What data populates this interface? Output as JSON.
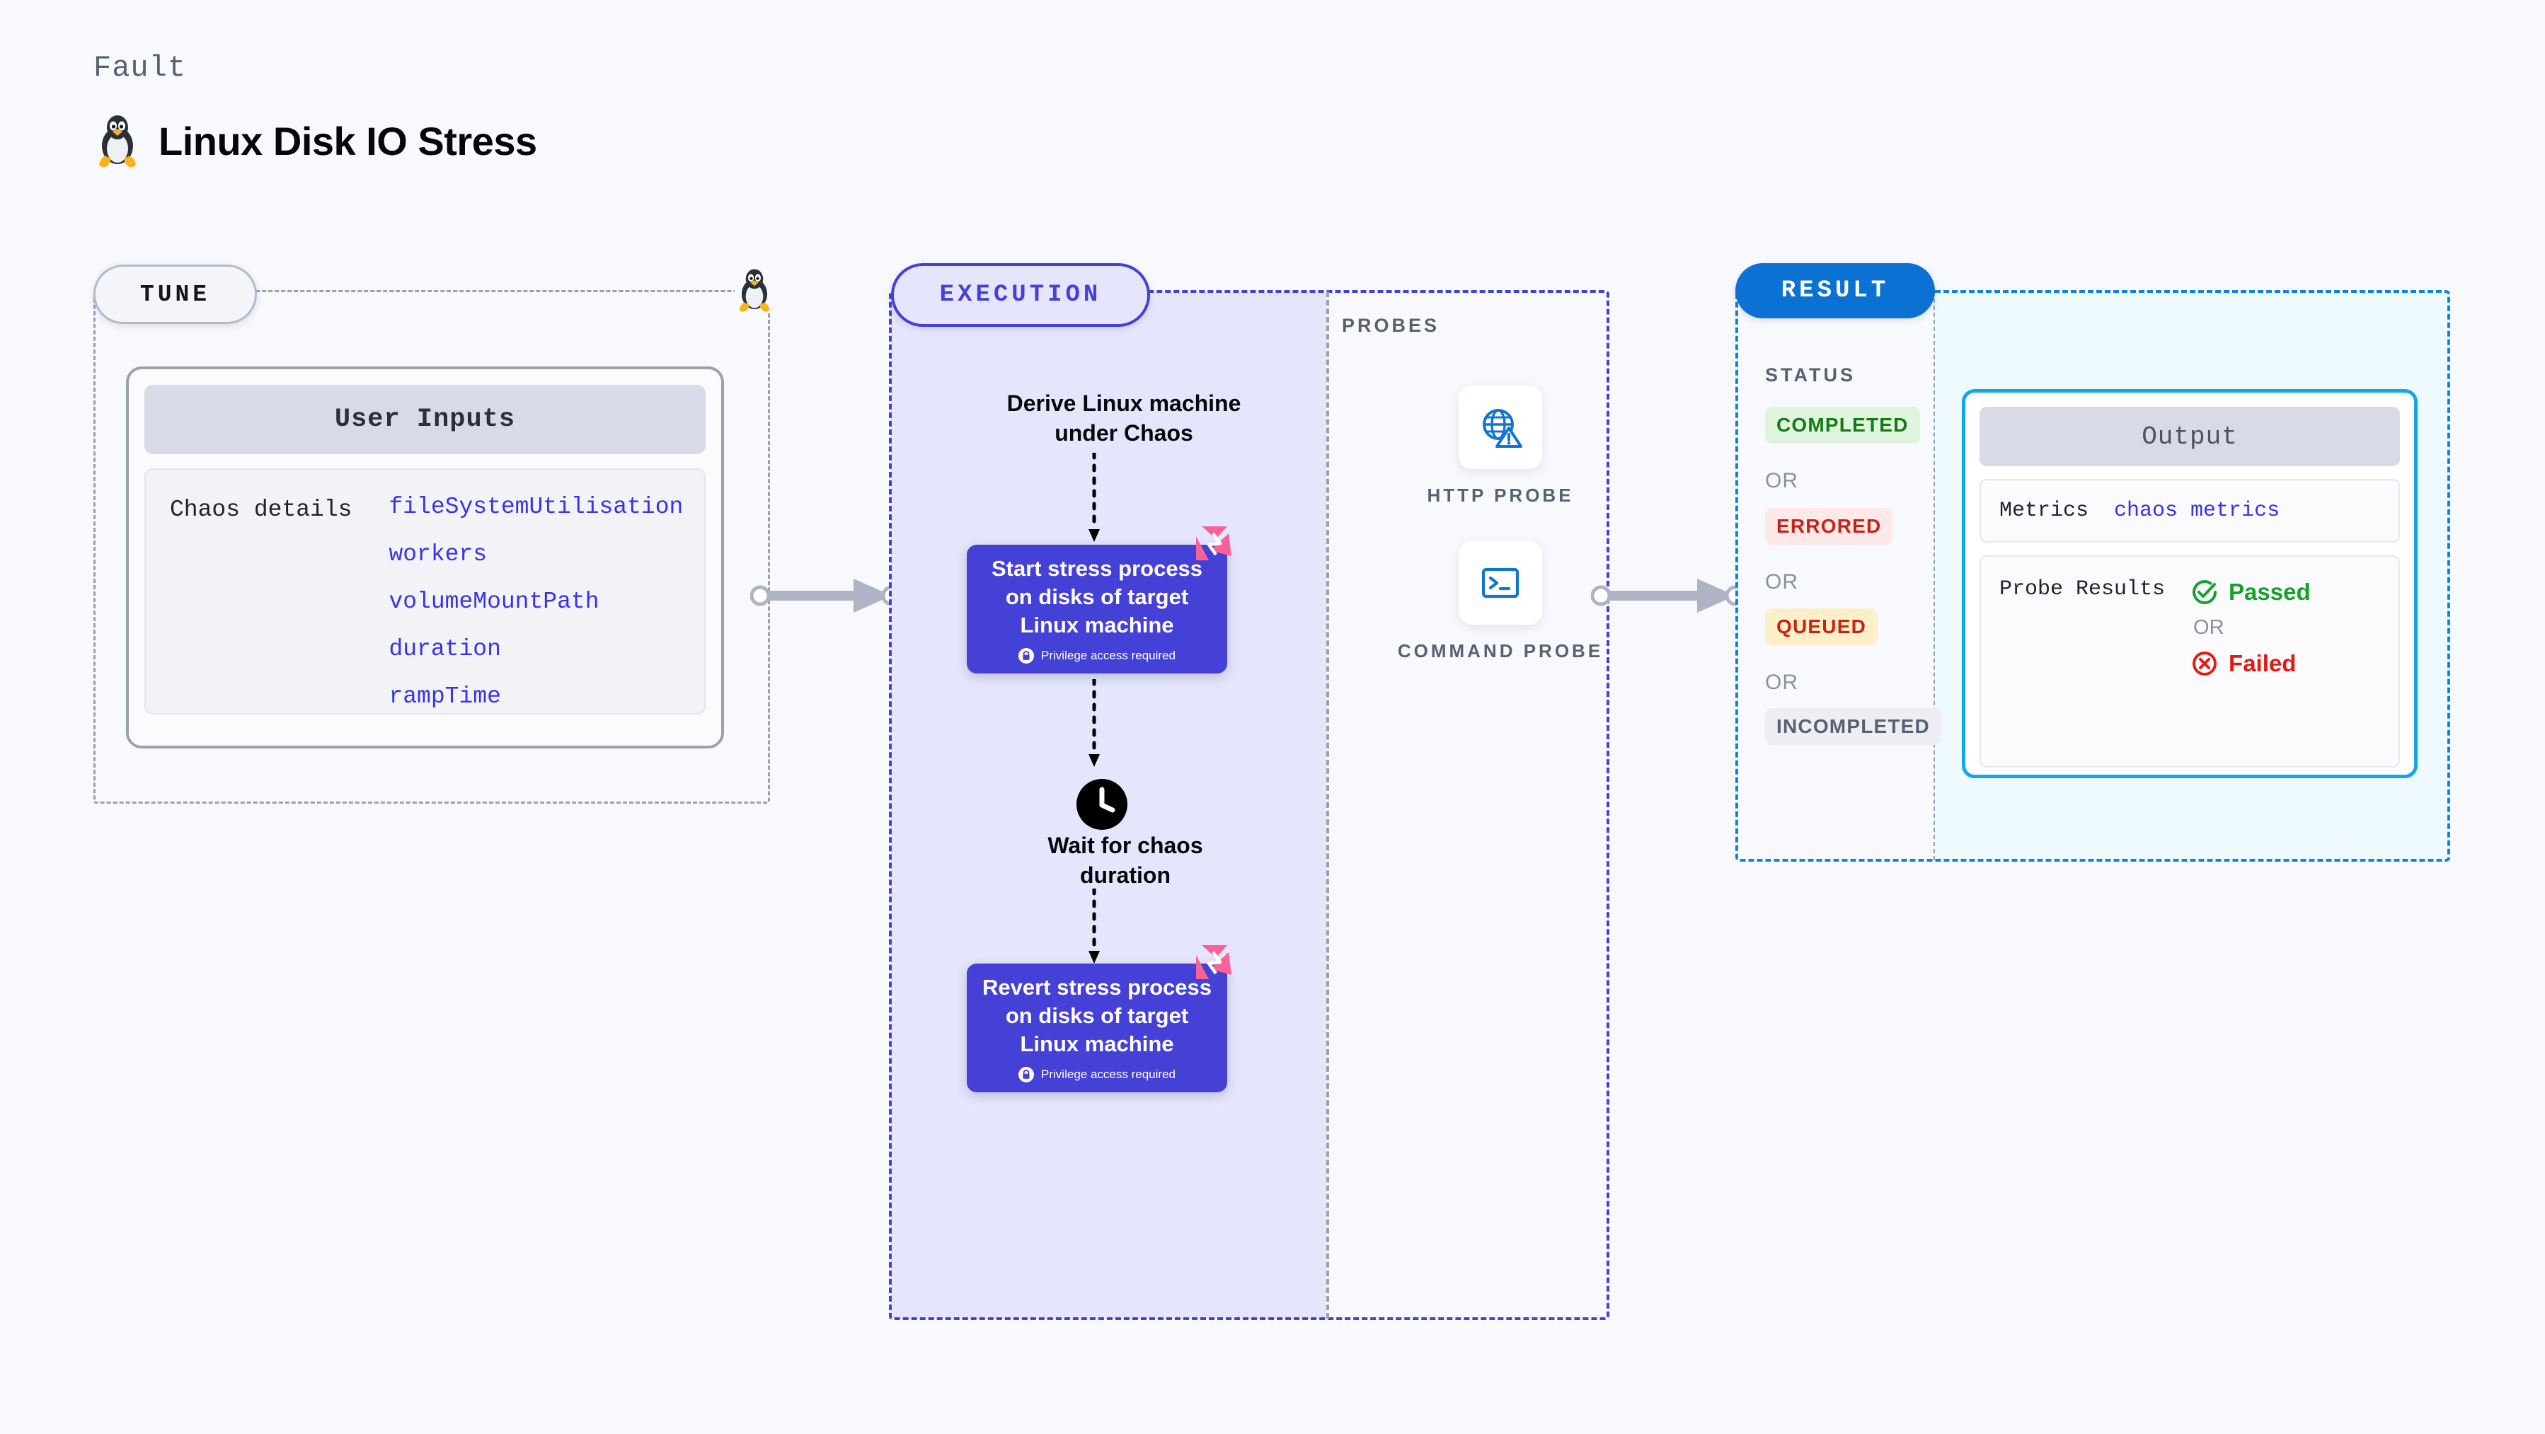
{
  "header": {
    "kicker": "Fault",
    "title": "Linux Disk IO Stress",
    "icon": "linux-tux-icon"
  },
  "tune": {
    "pill_label": "TUNE",
    "card_header": "User Inputs",
    "chaos_label": "Chaos details",
    "params": [
      "fileSystemUtilisation",
      "workers",
      "volumeMountPath",
      "duration",
      "rampTime"
    ]
  },
  "execution": {
    "pill_label": "EXECUTION",
    "derive_step": "Derive Linux machine under Chaos",
    "start_step": {
      "title": "Start stress process on disks of target Linux machine",
      "privilege_note": "Privilege access required",
      "icon": "lock-icon",
      "marker_icon": "litmus-fault-marker-icon"
    },
    "wait_step": {
      "label": "Wait for chaos duration",
      "icon": "clock-icon"
    },
    "revert_step": {
      "title": "Revert stress process on disks of target Linux machine",
      "privilege_note": "Privilege access required",
      "icon": "lock-icon",
      "marker_icon": "litmus-fault-marker-icon"
    }
  },
  "probes": {
    "section_label": "PROBES",
    "items": [
      {
        "label": "HTTP PROBE",
        "icon": "globe-warning-icon"
      },
      {
        "label": "COMMAND PROBE",
        "icon": "terminal-icon"
      }
    ]
  },
  "result": {
    "pill_label": "RESULT",
    "status_label": "STATUS",
    "or_label": "OR",
    "statuses": [
      {
        "label": "COMPLETED",
        "bg": "#dff4dd",
        "fg": "#157a16"
      },
      {
        "label": "ERRORED",
        "bg": "#fde9e8",
        "fg": "#c72218"
      },
      {
        "label": "QUEUED",
        "bg": "#fdefc8",
        "fg": "#c72218"
      },
      {
        "label": "INCOMPLETED",
        "bg": "#eceef4",
        "fg": "#5a6072"
      }
    ],
    "output": {
      "header": "Output",
      "metrics_key": "Metrics",
      "metrics_value": "chaos metrics",
      "probe_results_key": "Probe Results",
      "passed_label": "Passed",
      "failed_label": "Failed",
      "or_label": "OR",
      "passed_icon": "check-circle-icon",
      "failed_icon": "x-circle-icon"
    }
  },
  "colors": {
    "background": "#f8f9fc",
    "indigo": "#4540d6",
    "lavender_fill": "#e5e6fb",
    "result_blue": "#0b72d3",
    "output_cyan": "#11a7e8",
    "output_fill": "#eefafd",
    "param_blue": "#3b32e8",
    "pink_marker": "#f9619a",
    "gray_dash": "#9aa0b0"
  }
}
